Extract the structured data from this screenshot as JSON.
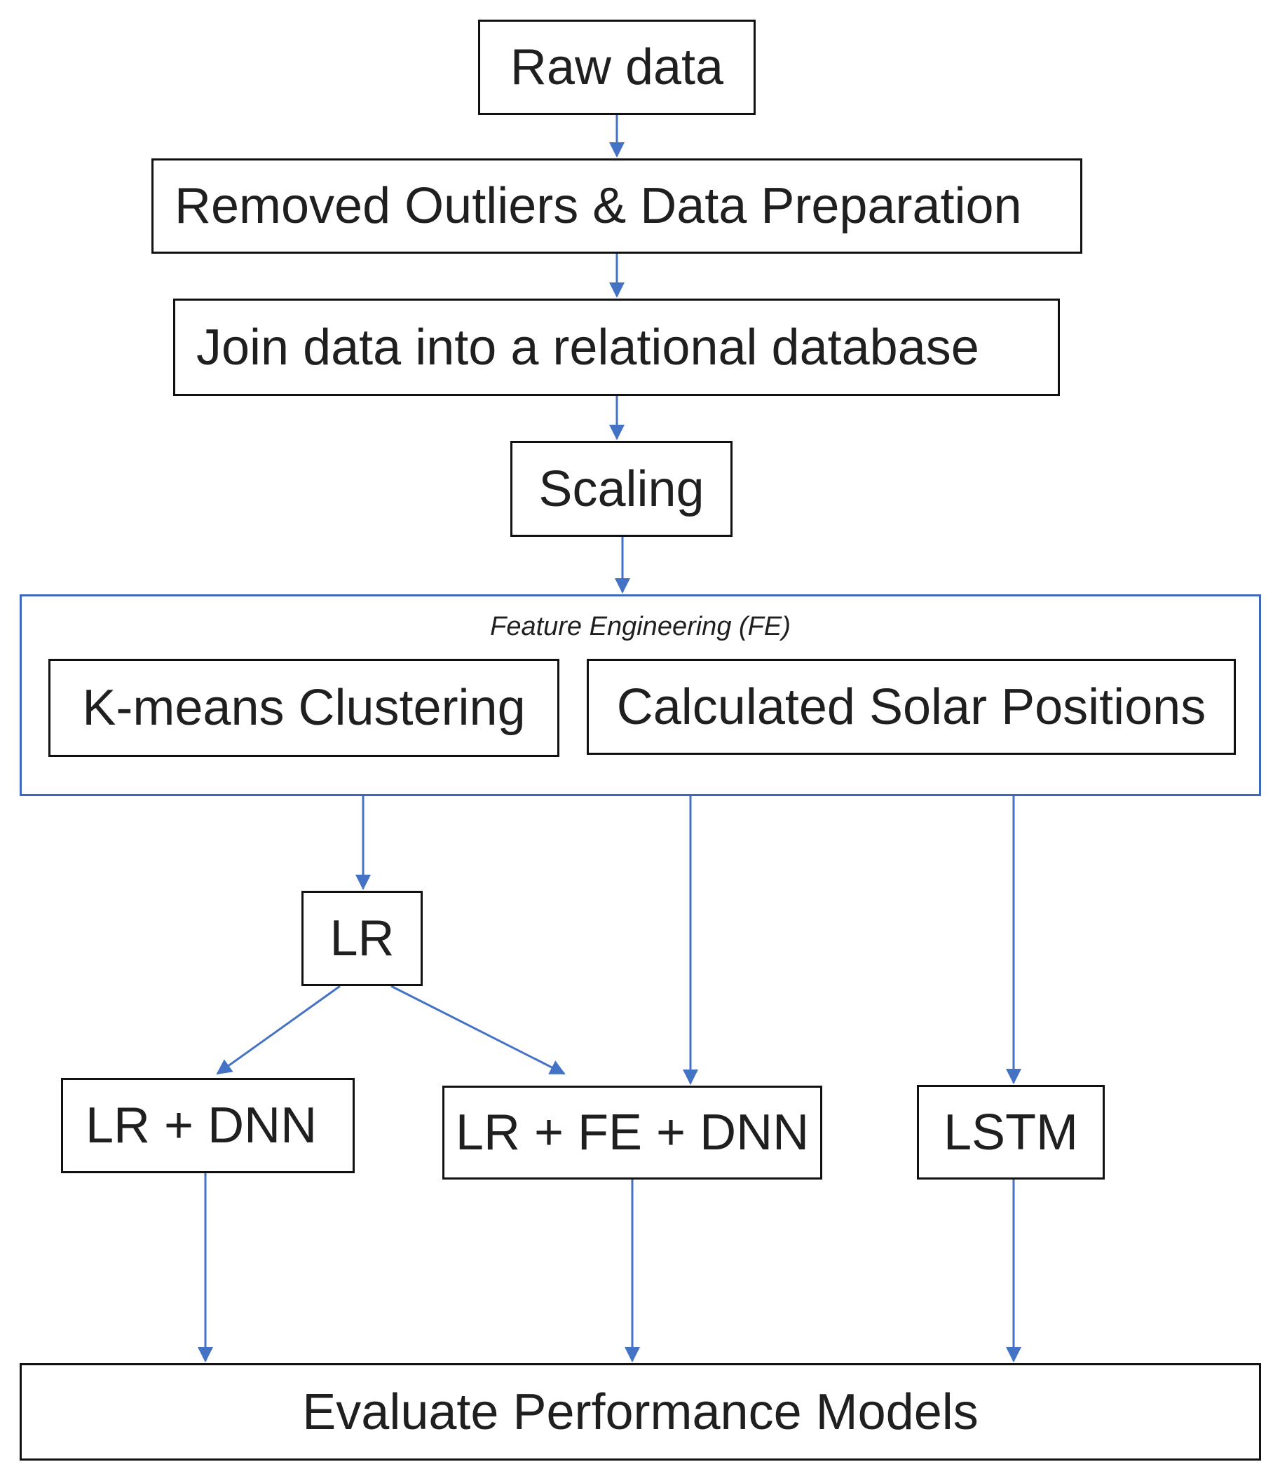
{
  "diagram": {
    "nodes": {
      "raw_data": "Raw data",
      "outliers": "Removed Outliers & Data Preparation",
      "join": "Join data into a relational database",
      "scaling": "Scaling",
      "fe_group_title": "Feature Engineering (FE)",
      "kmeans": "K-means Clustering",
      "solar": "Calculated Solar Positions",
      "lr": "LR",
      "lr_dnn": "LR + DNN",
      "lr_fe_dnn": "LR + FE + DNN",
      "lstm": "LSTM",
      "evaluate": "Evaluate Performance Models"
    },
    "edges": [
      {
        "from": "raw_data",
        "to": "outliers"
      },
      {
        "from": "outliers",
        "to": "join"
      },
      {
        "from": "join",
        "to": "scaling"
      },
      {
        "from": "scaling",
        "to": "fe_group"
      },
      {
        "from": "fe_group",
        "to": "lr"
      },
      {
        "from": "fe_group",
        "to": "lr_fe_dnn"
      },
      {
        "from": "fe_group",
        "to": "lstm"
      },
      {
        "from": "lr",
        "to": "lr_dnn"
      },
      {
        "from": "lr",
        "to": "lr_fe_dnn"
      },
      {
        "from": "lr_dnn",
        "to": "evaluate"
      },
      {
        "from": "lr_fe_dnn",
        "to": "evaluate"
      },
      {
        "from": "lstm",
        "to": "evaluate"
      }
    ],
    "colors": {
      "box_border": "#111111",
      "group_border": "#3f68bd",
      "connector": "#4472c4",
      "text": "#1f1f1f"
    }
  }
}
